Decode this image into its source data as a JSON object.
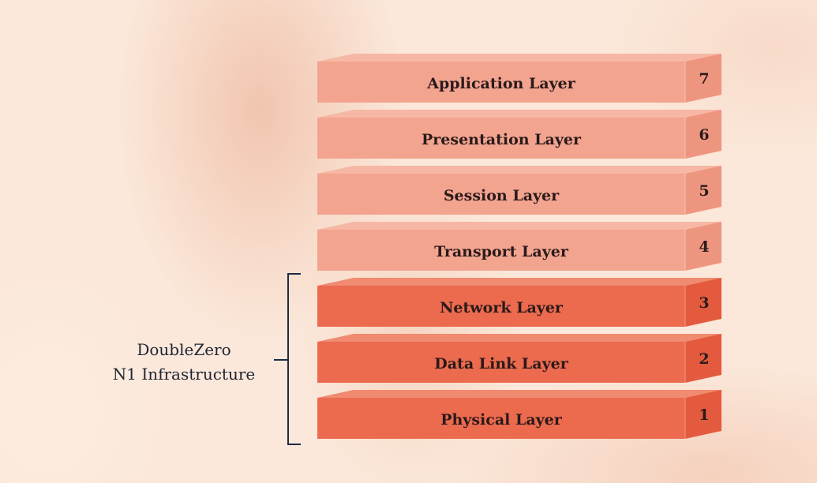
{
  "layers": [
    {
      "number": "7",
      "label": "Application Layer",
      "group": "upper"
    },
    {
      "number": "6",
      "label": "Presentation Layer",
      "group": "upper"
    },
    {
      "number": "5",
      "label": "Session Layer",
      "group": "upper"
    },
    {
      "number": "4",
      "label": "Transport Layer",
      "group": "upper"
    },
    {
      "number": "3",
      "label": "Network Layer",
      "group": "lower"
    },
    {
      "number": "2",
      "label": "Data Link Layer",
      "group": "lower"
    },
    {
      "number": "1",
      "label": "Physical Layer",
      "group": "lower"
    }
  ],
  "bracket_label": {
    "line1": "DoubleZero",
    "line2": "N1 Infrastructure"
  },
  "colors": {
    "upper_front": "#f3a48f",
    "upper_top": "#f6b7a4",
    "upper_side": "#ee9580",
    "lower_front": "#ec6a4e",
    "lower_top": "#f08a70",
    "lower_side": "#e45a3f",
    "bracket": "#1f2a44"
  }
}
